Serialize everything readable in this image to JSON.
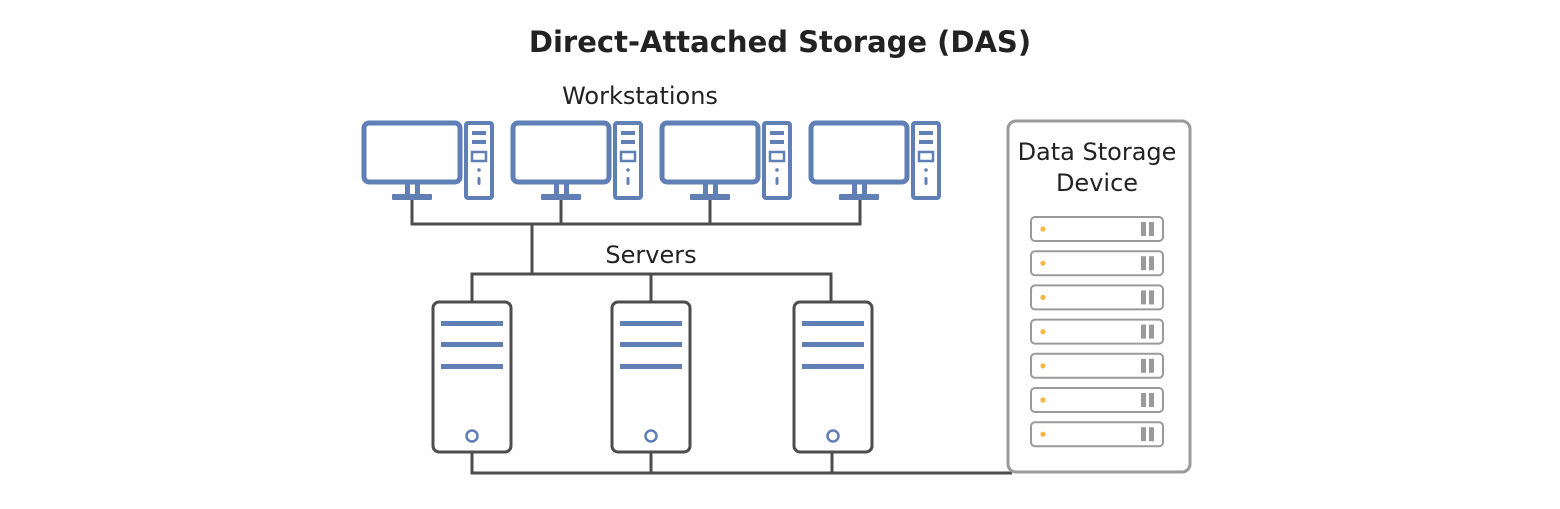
{
  "diagram": {
    "title": "Direct-Attached Storage (DAS)",
    "workstations_label": "Workstations",
    "servers_label": "Servers",
    "storage_label_line1": "Data Storage",
    "storage_label_line2": "Device"
  },
  "colors": {
    "icon_blue": "#5f7fb5",
    "connector": "#4d4d4d",
    "storage_grey": "#9a9a9a",
    "drive_led": "#f5b942"
  },
  "counts": {
    "workstations": 4,
    "servers": 3,
    "drive_bays": 7
  }
}
